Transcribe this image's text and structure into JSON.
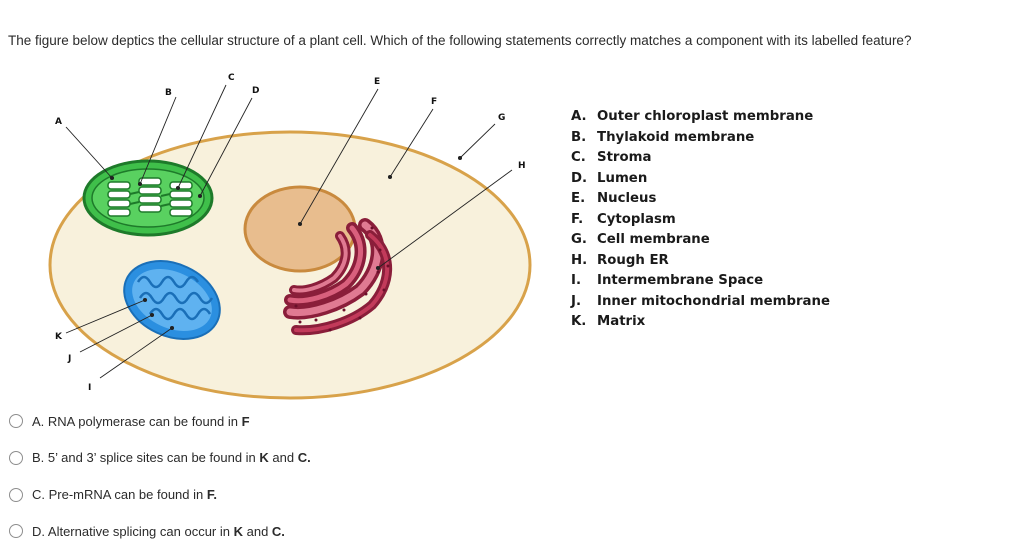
{
  "question": "The figure below deptics the cellular structure of a plant cell.  Which of the following statements correctly matches a component with its labelled feature?",
  "diagram_labels": {
    "A": "A",
    "B": "B",
    "C": "C",
    "D": "D",
    "E": "E",
    "F": "F",
    "G": "G",
    "H": "H",
    "I": "I",
    "J": "J",
    "K": "K"
  },
  "legend": [
    {
      "key": "A.",
      "text": "Outer chloroplast membrane"
    },
    {
      "key": "B.",
      "text": "Thylakoid membrane"
    },
    {
      "key": "C.",
      "text": "Stroma"
    },
    {
      "key": "D.",
      "text": "Lumen"
    },
    {
      "key": "E.",
      "text": "Nucleus"
    },
    {
      "key": "F.",
      "text": "Cytoplasm"
    },
    {
      "key": "G.",
      "text": "Cell membrane"
    },
    {
      "key": "H.",
      "text": "Rough ER"
    },
    {
      "key": "I.",
      "text": "Intermembrane Space"
    },
    {
      "key": "J.",
      "text": "Inner mitochondrial membrane"
    },
    {
      "key": "K.",
      "text": "Matrix"
    }
  ],
  "options": [
    {
      "prefix": "A. RNA polymerase can be found in ",
      "b1": "F",
      "mid": "",
      "b2": "",
      "suffix": ""
    },
    {
      "prefix": "B. 5’ and 3’ splice sites can be found in ",
      "b1": "K",
      "mid": " and ",
      "b2": "C.",
      "suffix": ""
    },
    {
      "prefix": "C. Pre-mRNA can be found in ",
      "b1": "F.",
      "mid": "",
      "b2": "",
      "suffix": ""
    },
    {
      "prefix": "D. Alternative splicing can occur in ",
      "b1": "K",
      "mid": " and ",
      "b2": "C.",
      "suffix": ""
    }
  ],
  "colors": {
    "cell_fill": "#f8f1dc",
    "chloroplast": "#3fbf4a",
    "chloroplast_dark": "#1e7a2a",
    "mitochondrion": "#2b8fe0",
    "nucleus": "#e8bd8e",
    "rough_er": "#c23a5a"
  }
}
